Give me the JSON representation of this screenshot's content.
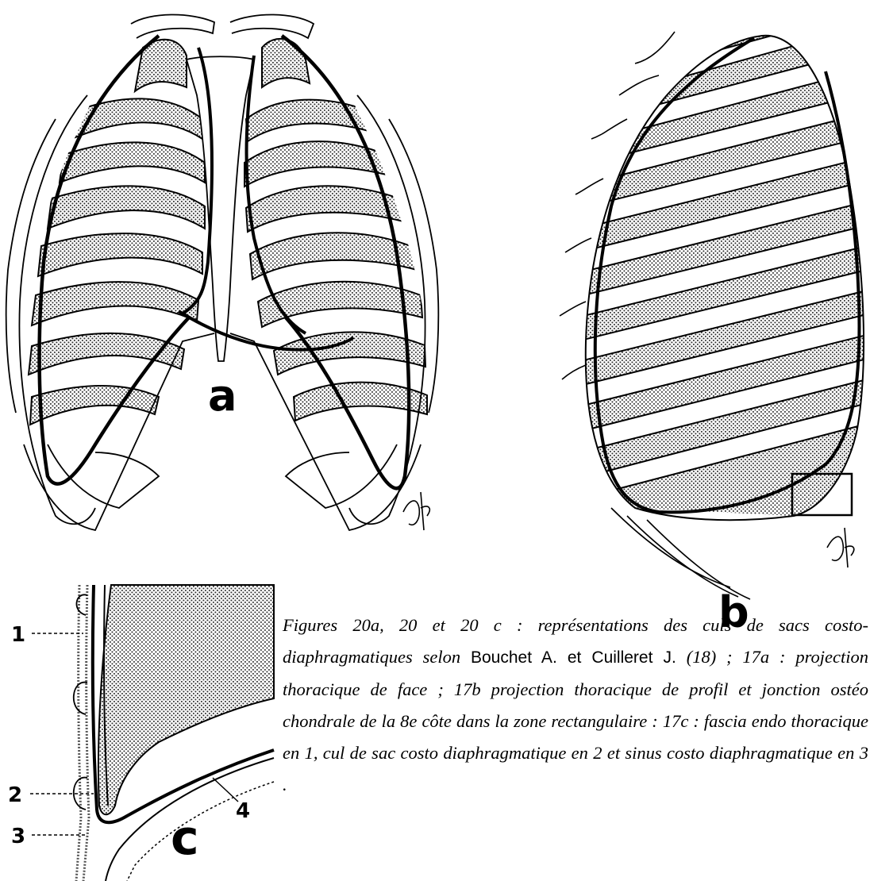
{
  "figure": {
    "panels": [
      {
        "id": "a",
        "letter": "a",
        "description": "projection thoracique de face"
      },
      {
        "id": "b",
        "letter": "b",
        "description": "projection thoracique de profil"
      },
      {
        "id": "c",
        "letter": "c",
        "description": "détail zone rectangulaire"
      }
    ],
    "callouts": [
      "1",
      "2",
      "3",
      "4"
    ],
    "signature": "signature-mark"
  },
  "caption": {
    "part1": "Figures 20a, 20 et 20 c : représentations des culs de sacs costo-diaphragmatiques selon ",
    "authors": "Bouchet A. et Cuilleret J.",
    "part2": " (18) ; 17a : projection thoracique de face ; 17b projection thoracique de profil et jonction ostéo chondrale de la 8e côte dans la zone rectangulaire : 17c : fascia endo thoracique en 1, cul de sac costo diaphragmatique en 2 et sinus costo diaphragmatique en 3 ."
  },
  "colors": {
    "ink": "#000000",
    "paper": "#ffffff",
    "stipple": "#555555"
  }
}
